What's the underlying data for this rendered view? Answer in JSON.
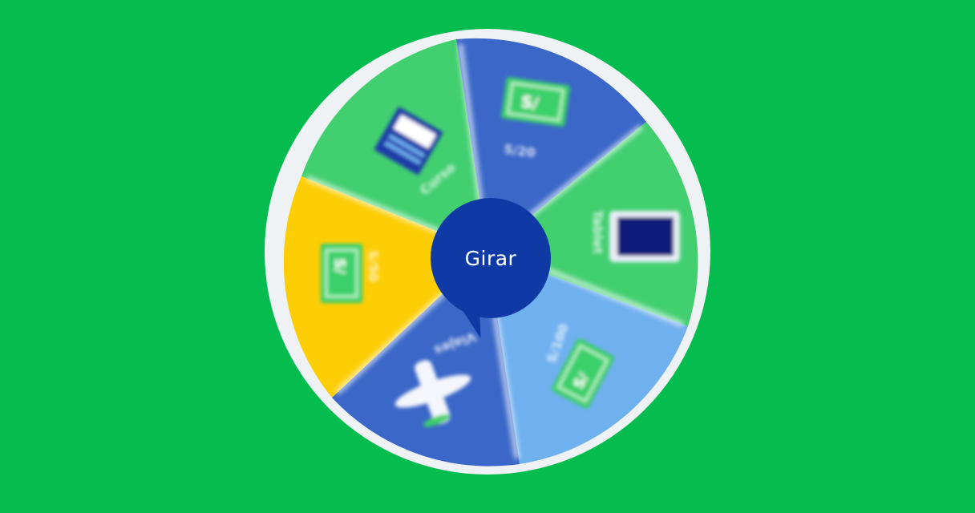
{
  "spin_button": {
    "label": "Girar"
  },
  "wheel": {
    "colors": {
      "background": "#05bd4e",
      "rim": "#eef2f4",
      "green_segment": "#42cf70",
      "dark_blue_segment": "#3a67c8",
      "light_blue_segment": "#6fb0ef",
      "yellow_segment": "#fdcd05",
      "hub": "#0f3aa6"
    },
    "segments": [
      {
        "id": "curso",
        "label": "Curso",
        "icon": "book-icon",
        "color": "green"
      },
      {
        "id": "s20",
        "label": "S/20",
        "icon": "banknote-icon",
        "color": "dark-blue"
      },
      {
        "id": "tablet",
        "label": "Tablet",
        "icon": "tablet-icon",
        "color": "green"
      },
      {
        "id": "s100",
        "label": "S/100",
        "icon": "banknote-icon",
        "color": "light-blue"
      },
      {
        "id": "viajes",
        "label": "Viajes",
        "icon": "airplane-icon",
        "color": "dark-blue"
      },
      {
        "id": "s50",
        "label": "S/50",
        "icon": "banknote-icon",
        "color": "yellow"
      }
    ]
  }
}
